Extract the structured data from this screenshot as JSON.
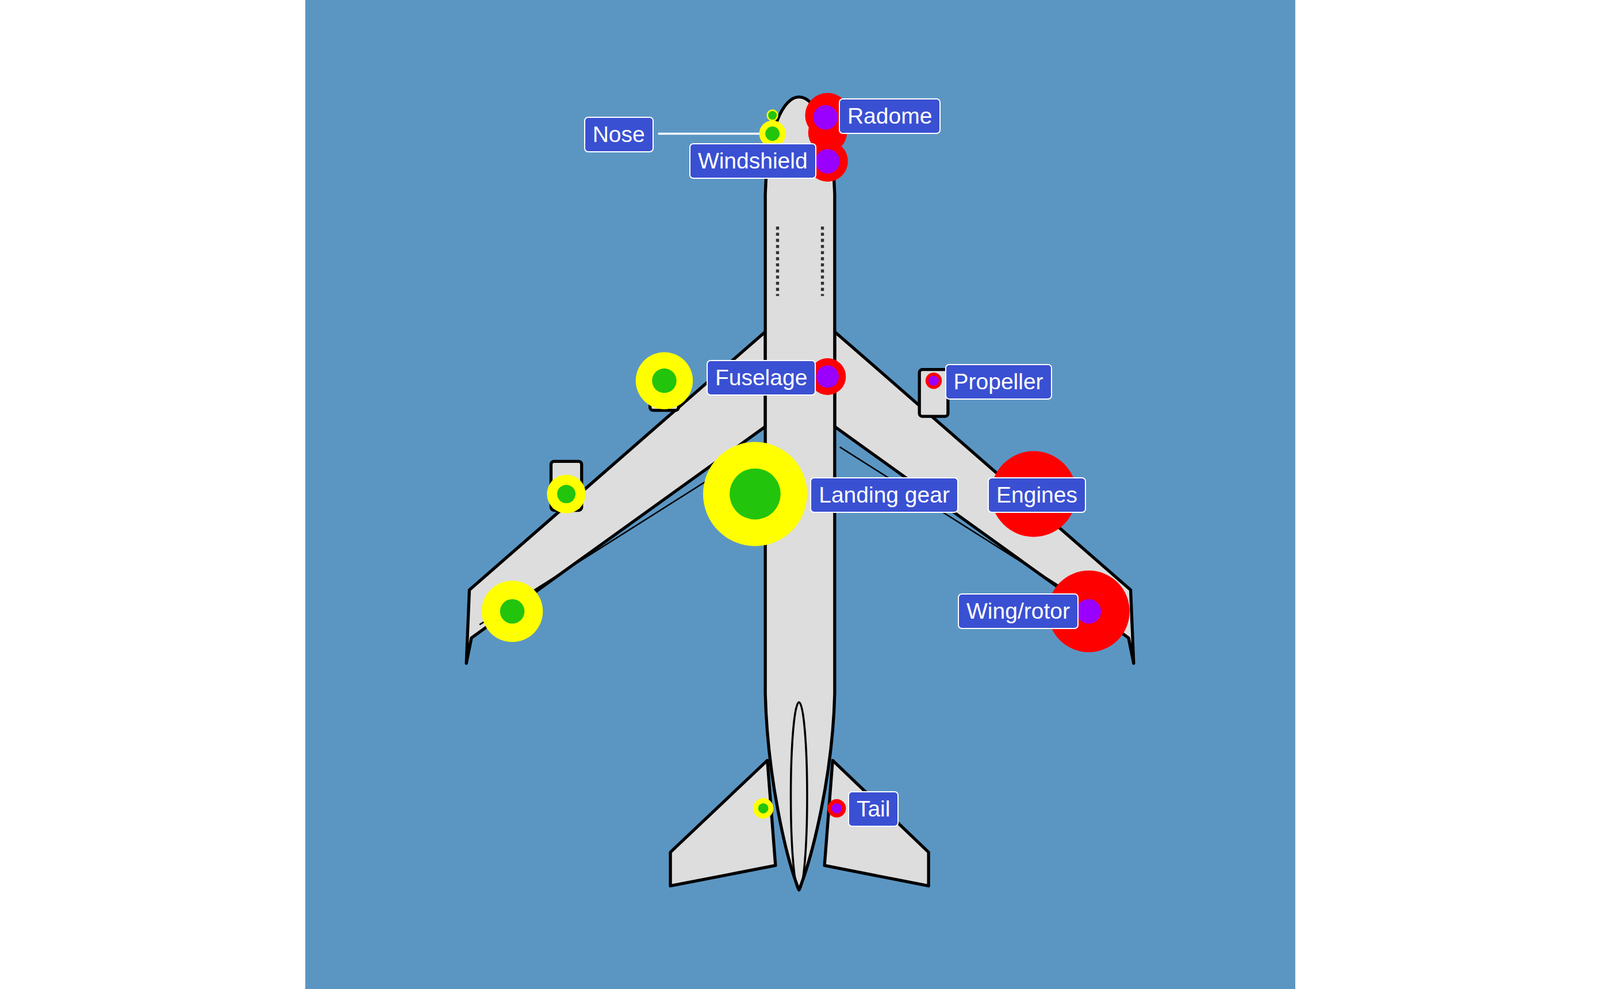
{
  "diagram": {
    "nodes": [
      {
        "text": [
          "Radome"
        ]
      },
      {
        "text": [
          "Nose"
        ]
      },
      {
        "text": [
          "Windshield"
        ]
      },
      {
        "text": [
          "Fuselage"
        ]
      },
      {
        "text": [
          "Propeller"
        ]
      },
      {
        "text": [
          "Landing gear"
        ]
      },
      {
        "text": [
          "Engines"
        ]
      },
      {
        "text": [
          "Wing/rotor"
        ]
      },
      {
        "text": [
          "Tail"
        ]
      }
    ]
  }
}
